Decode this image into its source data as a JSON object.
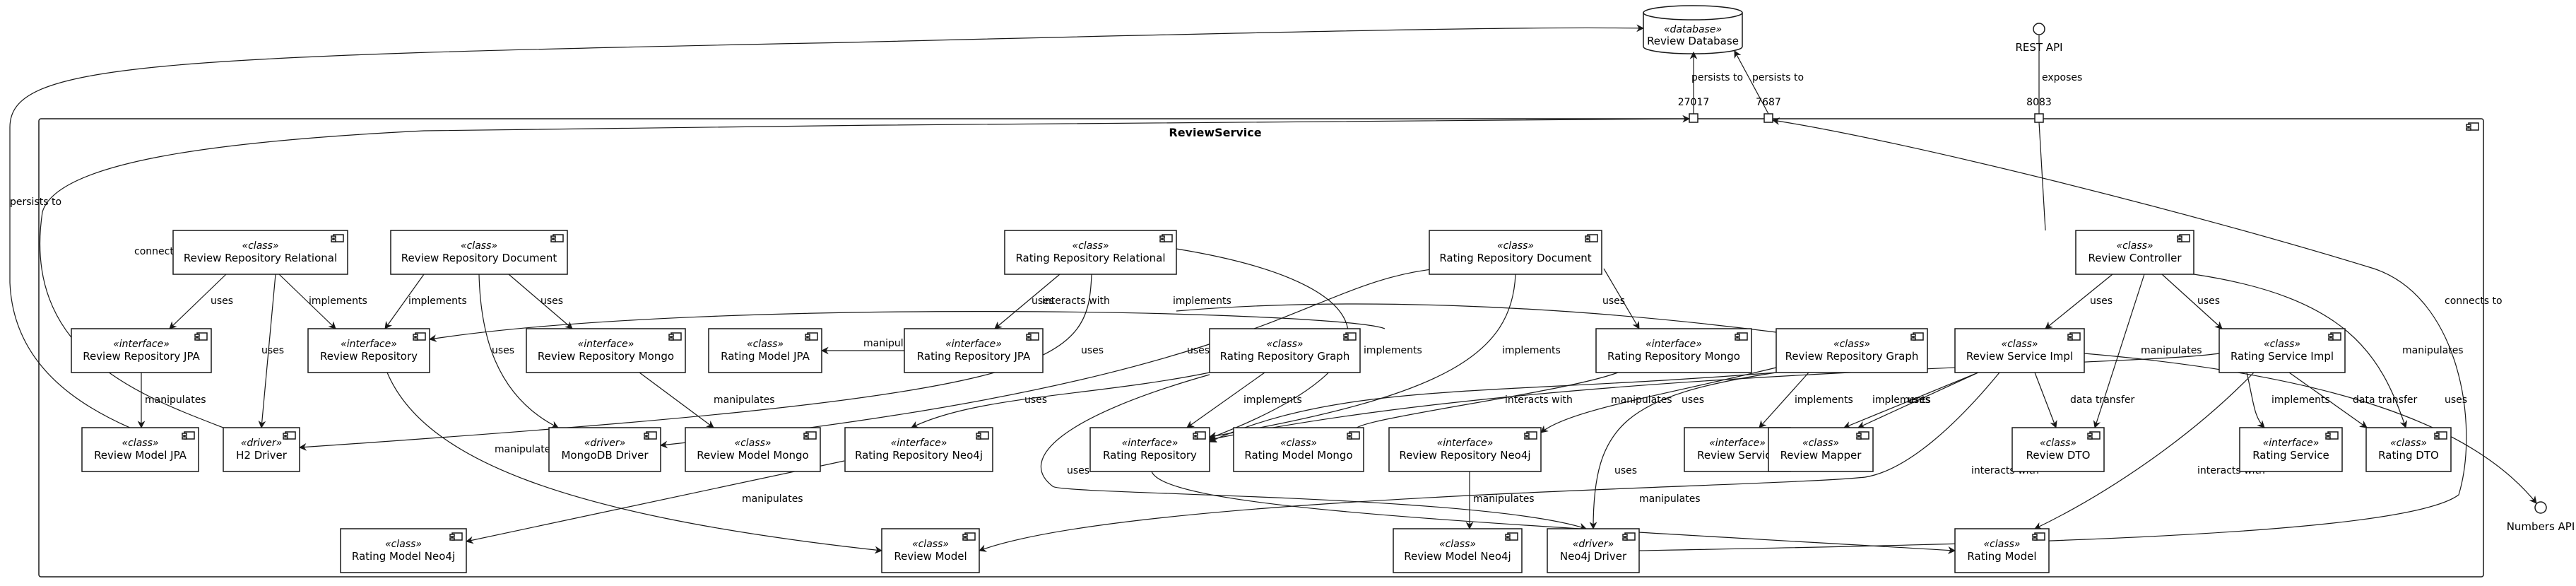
{
  "container": {
    "title": "ReviewService"
  },
  "database": {
    "stereotype": "«database»",
    "name": "Review Database"
  },
  "interfaces": {
    "rest_api": "REST API",
    "numbers_api": "Numbers API"
  },
  "ports": {
    "p27017": "27017",
    "p7687": "7687",
    "p8083": "8083"
  },
  "components": {
    "review_repository_relational": {
      "stereotype": "«class»",
      "name": "Review Repository Relational"
    },
    "review_repository_document": {
      "stereotype": "«class»",
      "name": "Review Repository Document"
    },
    "rating_repository_relational": {
      "stereotype": "«class»",
      "name": "Rating Repository Relational"
    },
    "rating_repository_document": {
      "stereotype": "«class»",
      "name": "Rating Repository Document"
    },
    "review_controller": {
      "stereotype": "«class»",
      "name": "Review Controller"
    },
    "review_repository_jpa": {
      "stereotype": "«interface»",
      "name": "Review Repository JPA"
    },
    "review_repository": {
      "stereotype": "«interface»",
      "name": "Review Repository"
    },
    "review_repository_mongo": {
      "stereotype": "«interface»",
      "name": "Review Repository Mongo"
    },
    "rating_model_jpa": {
      "stereotype": "«class»",
      "name": "Rating Model JPA"
    },
    "rating_repository_jpa": {
      "stereotype": "«interface»",
      "name": "Rating Repository JPA"
    },
    "rating_repository_graph": {
      "stereotype": "«class»",
      "name": "Rating Repository Graph"
    },
    "rating_repository_mongo": {
      "stereotype": "«interface»",
      "name": "Rating Repository Mongo"
    },
    "review_repository_graph": {
      "stereotype": "«class»",
      "name": "Review Repository Graph"
    },
    "review_service_impl": {
      "stereotype": "«class»",
      "name": "Review Service Impl"
    },
    "rating_service_impl": {
      "stereotype": "«class»",
      "name": "Rating Service Impl"
    },
    "review_model_jpa": {
      "stereotype": "«class»",
      "name": "Review Model JPA"
    },
    "h2_driver": {
      "stereotype": "«driver»",
      "name": "H2 Driver"
    },
    "mongodb_driver": {
      "stereotype": "«driver»",
      "name": "MongoDB Driver"
    },
    "review_model_mongo": {
      "stereotype": "«class»",
      "name": "Review Model Mongo"
    },
    "rating_repository_neo4j": {
      "stereotype": "«interface»",
      "name": "Rating Repository Neo4j"
    },
    "rating_repository": {
      "stereotype": "«interface»",
      "name": "Rating Repository"
    },
    "rating_model_mongo": {
      "stereotype": "«class»",
      "name": "Rating Model Mongo"
    },
    "review_repository_neo4j": {
      "stereotype": "«interface»",
      "name": "Review Repository Neo4j"
    },
    "review_service": {
      "stereotype": "«interface»",
      "name": "Review Service"
    },
    "review_mapper": {
      "stereotype": "«class»",
      "name": "Review Mapper"
    },
    "review_dto": {
      "stereotype": "«class»",
      "name": "Review DTO"
    },
    "rating_service": {
      "stereotype": "«interface»",
      "name": "Rating Service"
    },
    "rating_dto": {
      "stereotype": "«class»",
      "name": "Rating DTO"
    },
    "rating_model_neo4j": {
      "stereotype": "«class»",
      "name": "Rating Model Neo4j"
    },
    "review_model": {
      "stereotype": "«class»",
      "name": "Review Model"
    },
    "review_model_neo4j": {
      "stereotype": "«class»",
      "name": "Review Model Neo4j"
    },
    "neo4j_driver": {
      "stereotype": "«driver»",
      "name": "Neo4j Driver"
    },
    "rating_model": {
      "stereotype": "«class»",
      "name": "Rating Model"
    }
  },
  "edge_labels": {
    "uses": "uses",
    "implements": "implements",
    "manipulates": "manipulates",
    "interacts_with": "interacts with",
    "persists_to": "persists to",
    "connects_to": "connects to",
    "exposes": "exposes",
    "data_transfer": "data transfer"
  }
}
